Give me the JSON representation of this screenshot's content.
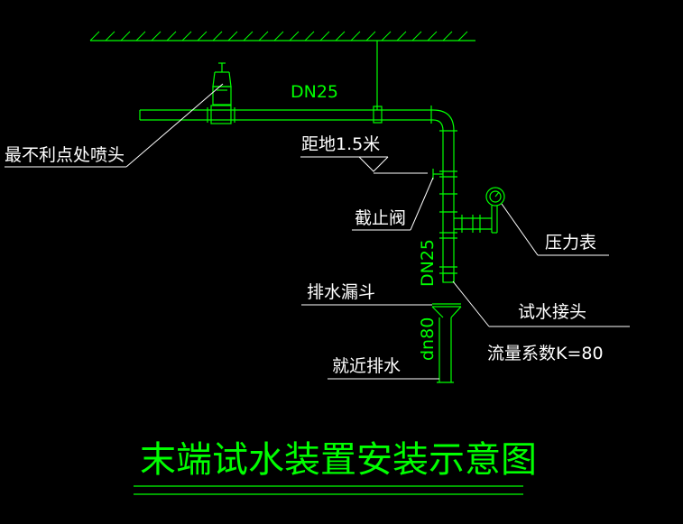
{
  "colors": {
    "background": "#000000",
    "line": "#00ff00",
    "leader": "#ffffff",
    "accent": "#ffff00"
  },
  "pipe_top_size": "DN25",
  "pipe_riser_size": "DN25",
  "drain_size": "dn80",
  "labels": {
    "sprinkler": "最不利点处喷头",
    "height": "距地1.5米",
    "valve": "截止阀",
    "gauge": "压力表",
    "funnel": "排水漏斗",
    "connector": "试水接头",
    "k_factor": "流量系数K=80",
    "nearby_drain": "就近排水"
  },
  "title": "末端试水装置安装示意图"
}
